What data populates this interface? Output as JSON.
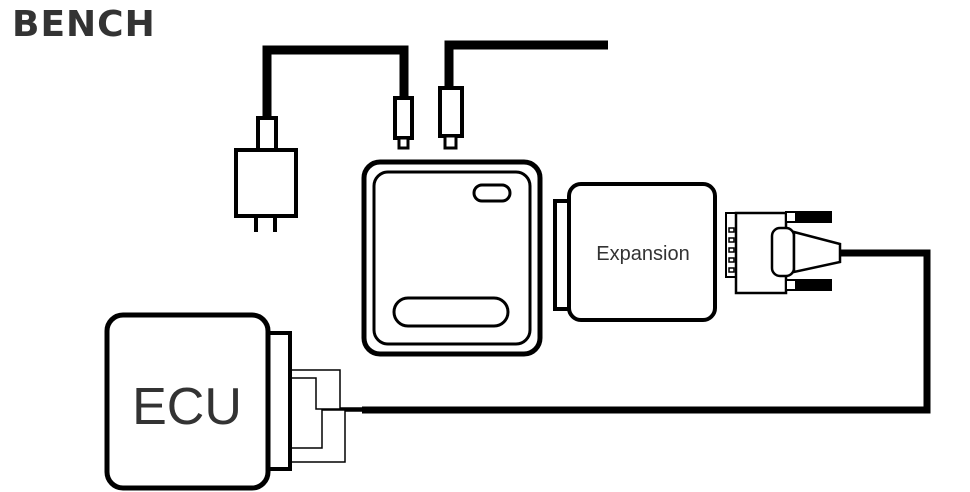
{
  "title": "BENCH",
  "labels": {
    "expansion": "Expansion",
    "ecu": "ECU"
  },
  "colors": {
    "line": "#000000",
    "text": "#333333",
    "background": "#ffffff"
  }
}
